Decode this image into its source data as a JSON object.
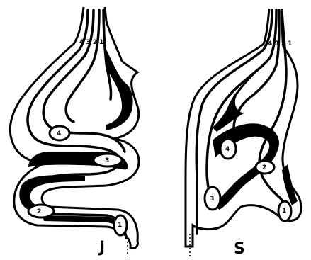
{
  "panels": [
    {
      "id": "J",
      "label": "J",
      "top_numbers": "4 3 2 1",
      "loop_labels": [
        "4",
        "3",
        "2",
        "1"
      ]
    },
    {
      "id": "S",
      "label": "S",
      "top_numbers": "4 3 2 1",
      "loop_labels": [
        "4",
        "3",
        "2",
        "1"
      ]
    }
  ]
}
